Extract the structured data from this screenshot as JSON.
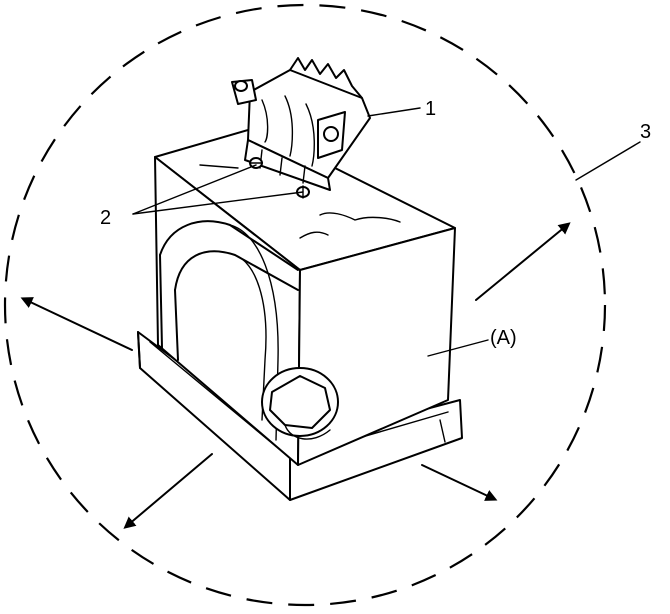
{
  "labels": {
    "callout_1": "1",
    "callout_2": "2",
    "callout_3": "3",
    "callout_a": "(A)"
  },
  "icons": {
    "device": "airbag-module-icon",
    "arrows": "outward-arrow-icon",
    "zone": "dashed-circle-zone"
  },
  "colors": {
    "ink": "#000000",
    "paper": "#ffffff"
  }
}
